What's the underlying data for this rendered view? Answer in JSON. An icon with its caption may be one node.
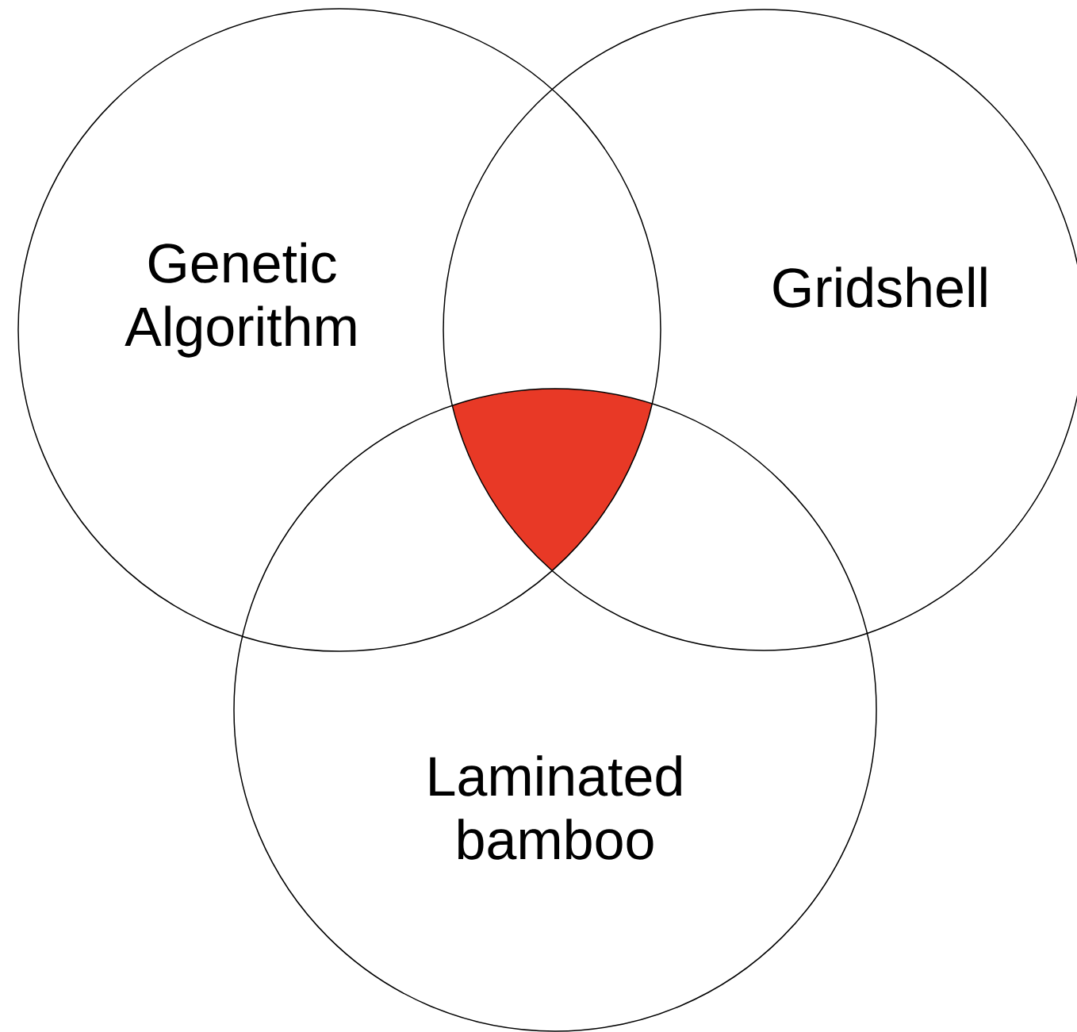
{
  "diagram": {
    "nodes": [
      {
        "text": [
          "Genetic Algorithm"
        ]
      },
      {
        "text": [
          "Gridshell"
        ]
      },
      {
        "text": [
          "Laminated bamboo"
        ]
      },
      {
        "text": [],
        "shape": "region"
      }
    ]
  }
}
